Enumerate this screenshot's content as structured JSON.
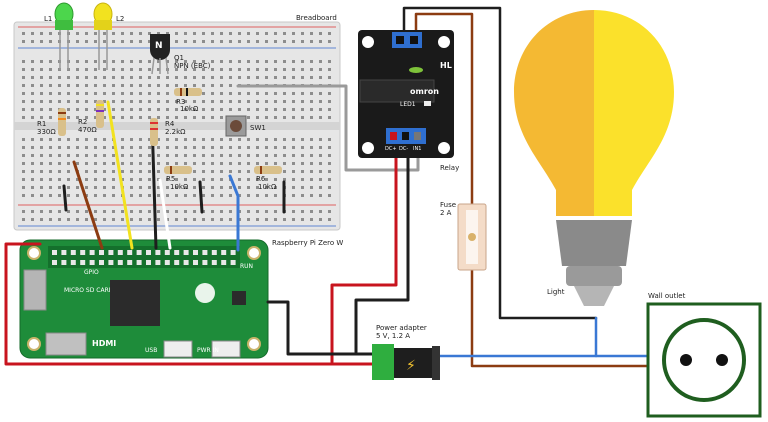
{
  "breadboard": {
    "title": "Breadboard"
  },
  "leds": [
    {
      "id": "L1",
      "color": "#4cd64c"
    },
    {
      "id": "L2",
      "color": "#f2e21f"
    }
  ],
  "transistor": {
    "id": "Q1",
    "type": "NPN (EBC)",
    "symbol": "N"
  },
  "resistors": {
    "r1": {
      "id": "R1",
      "value": "330Ω"
    },
    "r2": {
      "id": "R2",
      "value": "470Ω"
    },
    "r3": {
      "id": "R3",
      "value": "10kΩ"
    },
    "r4": {
      "id": "R4",
      "value": "2.2kΩ"
    },
    "r5": {
      "id": "R5",
      "value": "10kΩ"
    },
    "r6": {
      "id": "R6",
      "value": "10kΩ"
    }
  },
  "switch": {
    "id": "SW1"
  },
  "pi": {
    "title": "Raspberry Pi Zero W",
    "gpio_label": "GPIO",
    "sd_label": "MICRO SD CARD",
    "hdmi_label": "HDMI",
    "run_label": "RUN",
    "usb_label": "USB",
    "pwr_label": "PWR IN"
  },
  "relay": {
    "title": "Relay",
    "brand": "omron",
    "logo": "HL",
    "led_label": "LED1",
    "pin_labels": [
      "DC+",
      "DC-",
      "IN1"
    ]
  },
  "fuse": {
    "title": "Fuse",
    "rating": "2 A"
  },
  "light": {
    "title": "Light"
  },
  "outlet": {
    "title": "Wall outlet"
  },
  "power": {
    "title": "Power adapter",
    "rating": "5 V, 1.2 A",
    "icon": "⚡"
  },
  "colors": {
    "wire_red": "#c8141e",
    "wire_black": "#1e1e1e",
    "wire_brown": "#8c3c12",
    "wire_blue": "#3a78d4",
    "wire_gray": "#9a9a9a",
    "pcb_green": "#1e8c3a",
    "outlet_green": "#1f5e1f",
    "bulb_left": "#f4b933",
    "bulb_right": "#fbe12b"
  }
}
